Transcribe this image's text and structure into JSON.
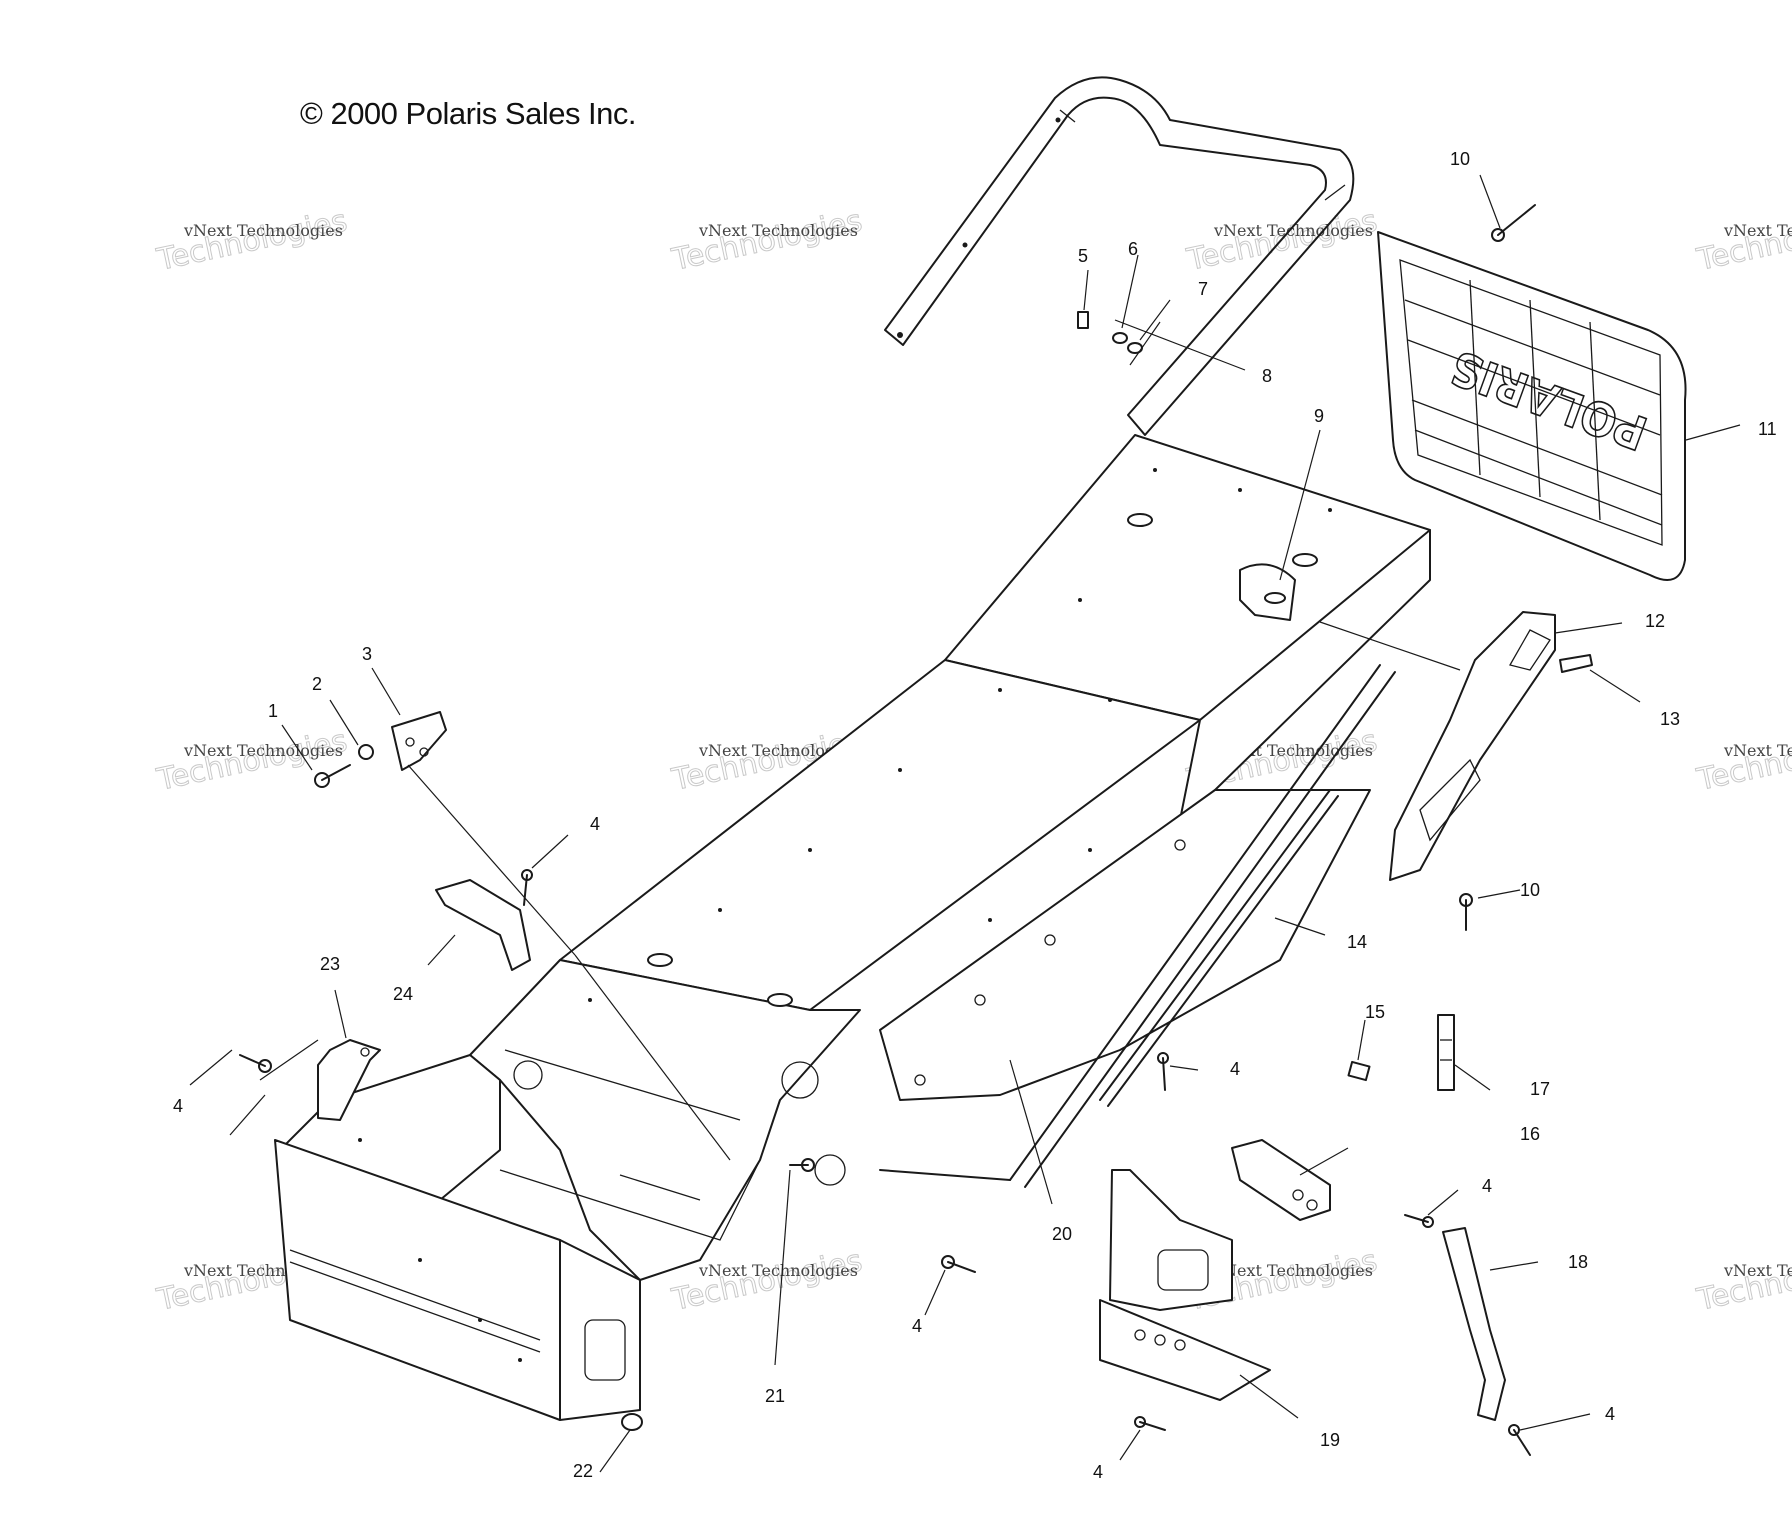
{
  "diagram": {
    "copyright": "© 2000 Polaris Sales Inc.",
    "watermark": {
      "name": "vNext Technologies",
      "big": "Technologies",
      "small": "vNext"
    },
    "callouts": [
      {
        "id": "c1",
        "text": "1"
      },
      {
        "id": "c2",
        "text": "2"
      },
      {
        "id": "c3",
        "text": "3"
      },
      {
        "id": "c4a",
        "text": "4"
      },
      {
        "id": "c4b",
        "text": "4"
      },
      {
        "id": "c4c",
        "text": "4"
      },
      {
        "id": "c4d",
        "text": "4"
      },
      {
        "id": "c4e",
        "text": "4"
      },
      {
        "id": "c4f",
        "text": "4"
      },
      {
        "id": "c4g",
        "text": "4"
      },
      {
        "id": "c5",
        "text": "5"
      },
      {
        "id": "c6",
        "text": "6"
      },
      {
        "id": "c7",
        "text": "7"
      },
      {
        "id": "c8",
        "text": "8"
      },
      {
        "id": "c9",
        "text": "9"
      },
      {
        "id": "c10a",
        "text": "10"
      },
      {
        "id": "c10b",
        "text": "10"
      },
      {
        "id": "c11",
        "text": "11"
      },
      {
        "id": "c12",
        "text": "12"
      },
      {
        "id": "c13",
        "text": "13"
      },
      {
        "id": "c14",
        "text": "14"
      },
      {
        "id": "c15",
        "text": "15"
      },
      {
        "id": "c16",
        "text": "16"
      },
      {
        "id": "c17",
        "text": "17"
      },
      {
        "id": "c18",
        "text": "18"
      },
      {
        "id": "c19",
        "text": "19"
      },
      {
        "id": "c20",
        "text": "20"
      },
      {
        "id": "c21",
        "text": "21"
      },
      {
        "id": "c22",
        "text": "22"
      },
      {
        "id": "c23",
        "text": "23"
      },
      {
        "id": "c24",
        "text": "24"
      }
    ],
    "flap_logo": "POLARIS"
  }
}
